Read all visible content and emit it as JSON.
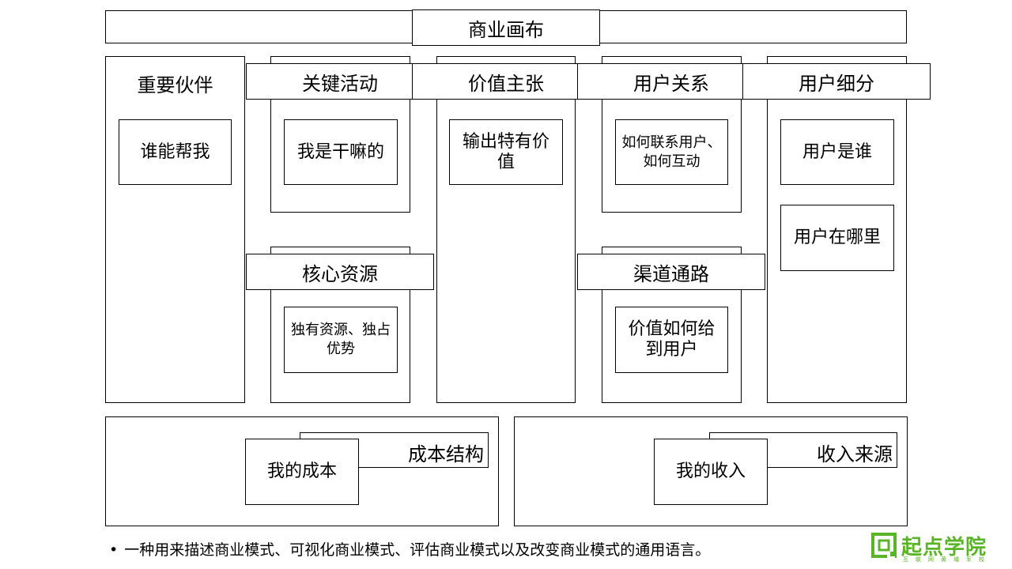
{
  "title": "商业画布",
  "partners": {
    "header": "重要伙伴",
    "cards": [
      "谁能帮我"
    ]
  },
  "activities": {
    "header": "关键活动",
    "cards": [
      "我是干嘛的"
    ]
  },
  "resources": {
    "header": "核心资源",
    "cards": [
      "独有资源、独占优势"
    ]
  },
  "value": {
    "header": "价值主张",
    "cards": [
      "输出特有价值"
    ]
  },
  "relationships": {
    "header": "用户关系",
    "cards": [
      "如何联系用户、如何互动"
    ]
  },
  "channels": {
    "header": "渠道通路",
    "cards": [
      "价值如何给到用户"
    ]
  },
  "segments": {
    "header": "用户细分",
    "cards": [
      "用户是谁",
      "用户在哪里"
    ]
  },
  "cost": {
    "header": "成本结构",
    "cards": [
      "我的成本"
    ]
  },
  "revenue": {
    "header": "收入来源",
    "cards": [
      "我的收入"
    ]
  },
  "note": {
    "bullet": "•",
    "text": "一种用来描述商业模式、可视化商业模式、评估商业模式以及改变商业模式的通用语言。"
  },
  "logo": {
    "name": "起点学院",
    "sub": "互联网黄埔军校",
    "color": "#59b526"
  }
}
